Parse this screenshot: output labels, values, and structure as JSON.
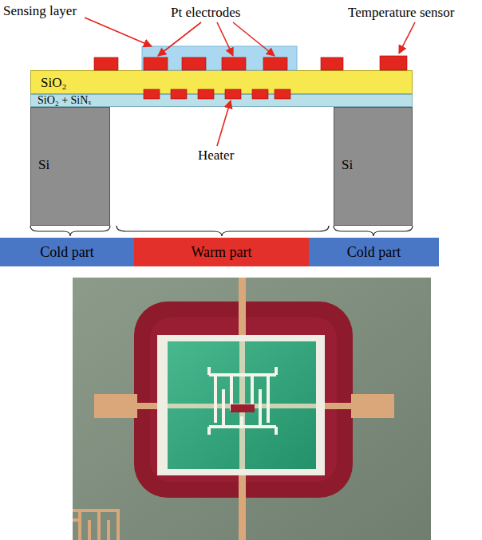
{
  "diagram": {
    "nodes": [
      {
        "text": [
          "SiO₂"
        ]
      },
      {
        "text": [
          "SiO₂ + SiNₓ"
        ]
      },
      {
        "text": [
          "Si"
        ]
      },
      {
        "text": [
          "Si"
        ]
      },
      {
        "text": [
          "Cold part"
        ]
      },
      {
        "text": [
          "Warm part"
        ]
      },
      {
        "text": [
          "Cold part"
        ]
      }
    ],
    "labels": [
      "Sensing layer",
      "Pt electrodes",
      "Temperature sensor",
      "Heater"
    ]
  }
}
